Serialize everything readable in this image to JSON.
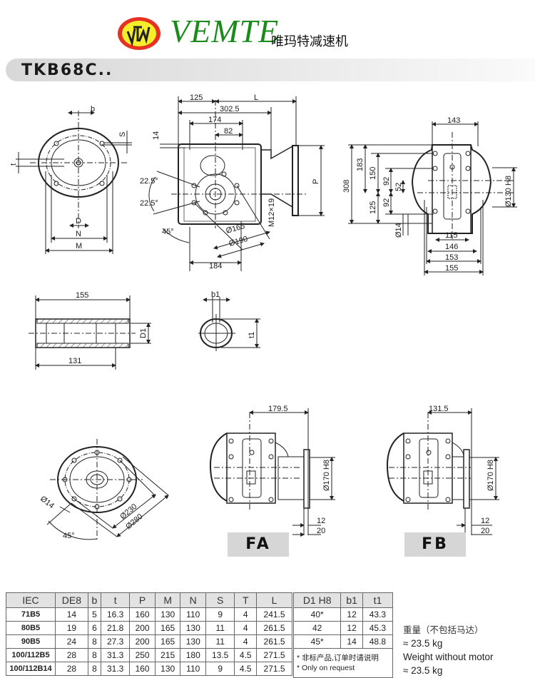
{
  "header": {
    "logo_icon": "vemte-logo-icon",
    "brand_name": "VEMTE",
    "brand_name_cn": "唯玛特减速机",
    "colors": {
      "brand_green": "#1a8a1a",
      "logo_red": "#e53222",
      "logo_yellow": "#f5ee2a"
    }
  },
  "title": {
    "model": "TKB68C.."
  },
  "drawing": {
    "motor_flange_view": {
      "labels": [
        "b",
        "S",
        "t",
        "D",
        "N",
        "M"
      ]
    },
    "side_view": {
      "labels": [
        "125",
        "L",
        "302.5",
        "174",
        "82",
        "14",
        "22.5°",
        "22.5°",
        "45°",
        "Ø165",
        "Ø190",
        "M12×19",
        "184",
        "P"
      ]
    },
    "end_view": {
      "labels": [
        "143",
        "183",
        "150",
        "308",
        "92",
        "52",
        "92",
        "125",
        "Ø130 H8",
        "Ø14",
        "115",
        "146",
        "153",
        "155"
      ]
    },
    "hollow_shaft": {
      "labels": [
        "155",
        "D1",
        "131"
      ]
    },
    "shaft_section": {
      "labels": [
        "b1",
        "t1"
      ]
    },
    "output_flange": {
      "labels": [
        "Ø14",
        "Ø230",
        "Ø280",
        "45°"
      ]
    },
    "variant_fa": {
      "label": "FA",
      "labels": [
        "179.5",
        "Ø170 H8",
        "12",
        "20"
      ]
    },
    "variant_fb": {
      "label": "FB",
      "labels": [
        "131.5",
        "Ø170 H8",
        "12",
        "20"
      ]
    }
  },
  "motor_table": {
    "headers": [
      "IEC",
      "DE8",
      "b",
      "t",
      "P",
      "M",
      "N",
      "S",
      "T",
      "L"
    ],
    "rows": [
      [
        "71B5",
        "14",
        "5",
        "16.3",
        "160",
        "130",
        "110",
        "9",
        "4",
        "241.5"
      ],
      [
        "80B5",
        "19",
        "6",
        "21.8",
        "200",
        "165",
        "130",
        "11",
        "4",
        "261.5"
      ],
      [
        "90B5",
        "24",
        "8",
        "27.3",
        "200",
        "165",
        "130",
        "11",
        "4",
        "261.5"
      ],
      [
        "100/112B5",
        "28",
        "8",
        "31.3",
        "250",
        "215",
        "180",
        "13.5",
        "4.5",
        "271.5"
      ],
      [
        "100/112B14",
        "28",
        "8",
        "31.3",
        "160",
        "130",
        "110",
        "9",
        "4.5",
        "271.5"
      ]
    ]
  },
  "shaft_table": {
    "headers": [
      "D1 H8",
      "b1",
      "t1"
    ],
    "rows": [
      [
        "40*",
        "12",
        "43.3"
      ],
      [
        "42",
        "12",
        "45.3"
      ],
      [
        "45*",
        "14",
        "48.8"
      ]
    ],
    "note_cn": "* 非标产品,订单时请说明",
    "note_en": "* Only on request"
  },
  "weight": {
    "label_cn": "重量（不包括马达）",
    "value_cn": "≈ 23.5 kg",
    "label_en": "Weight without motor",
    "value_en": "≈ 23.5 kg"
  }
}
